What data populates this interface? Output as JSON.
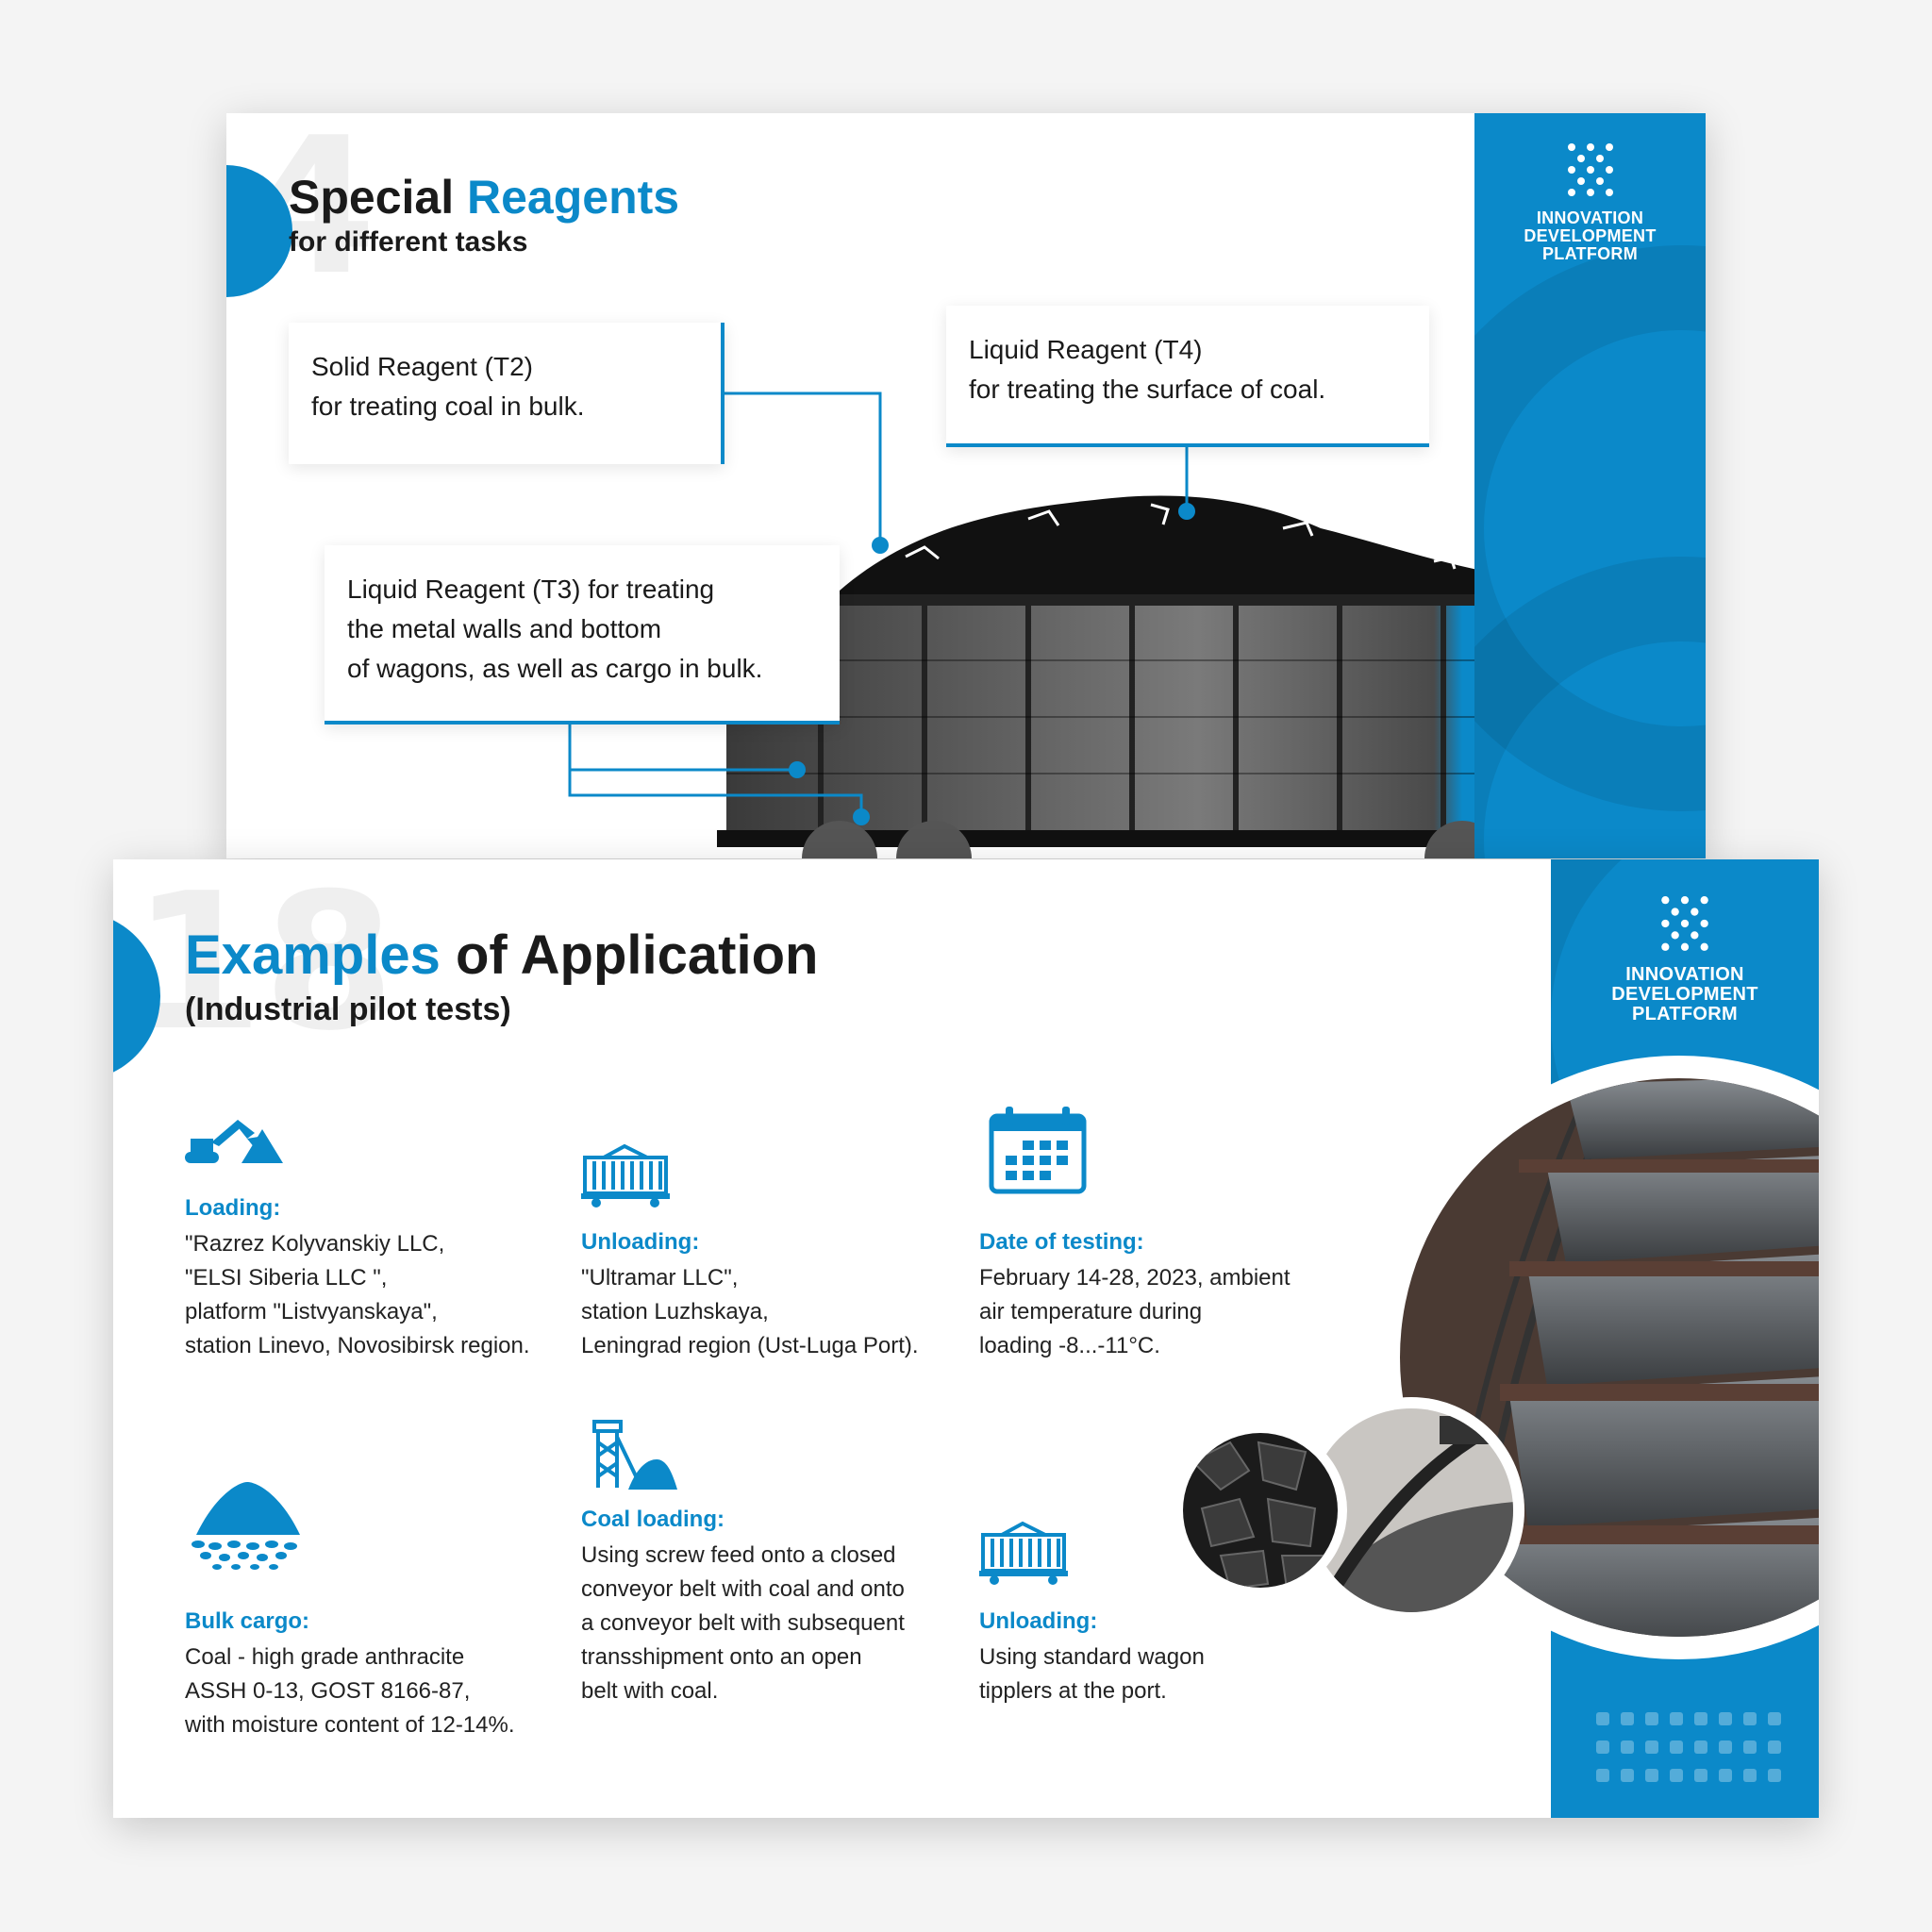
{
  "brand": {
    "name": "INNOVATION\nDEVELOPMENT\nPLATFORM",
    "color": "#0b89c9"
  },
  "slide1": {
    "number": "4",
    "title_a": "Special",
    "title_b": "Reagents",
    "subtitle": "for different tasks",
    "callouts": [
      {
        "line1": "Solid Reagent (T2)",
        "line2": "for treating coal in bulk."
      },
      {
        "line1": "Liquid Reagent (T4)",
        "line2": "for treating the surface of coal."
      },
      {
        "line1": "Liquid Reagent (T3) for treating",
        "line2": "the metal walls and bottom",
        "line3": "of wagons, as well as cargo in bulk."
      }
    ]
  },
  "slide2": {
    "number": "18",
    "title_a": "Examples",
    "title_b": "of Application",
    "subtitle": "(Industrial pilot tests)",
    "items": [
      {
        "head": "Loading:",
        "lines": [
          "\"Razrez Kolyvanskiy LLC,",
          "\"ELSI Siberia LLC \",",
          "platform \"Listvyanskaya\",",
          "station Linevo, Novosibirsk region."
        ],
        "icon": "excavator-icon"
      },
      {
        "head": "Unloading:",
        "lines": [
          "\"Ultramar LLC\",",
          "station Luzhskaya,",
          "Leningrad region (Ust-Luga Port)."
        ],
        "icon": "wagon-icon"
      },
      {
        "head": "Date of testing:",
        "lines": [
          "February 14-28, 2023, ambient",
          "air temperature during",
          "loading -8...-11°C."
        ],
        "icon": "calendar-icon"
      },
      {
        "head": "Bulk cargo:",
        "lines": [
          "Coal - high grade anthracite",
          "ASSH 0-13, GOST 8166-87,",
          "with moisture content of 12-14%."
        ],
        "icon": "pile-icon"
      },
      {
        "head": "Coal loading:",
        "lines": [
          "Using screw feed onto a closed",
          "conveyor belt with coal and onto",
          "a conveyor belt with subsequent",
          "transshipment onto an open",
          "belt with coal."
        ],
        "icon": "mine-tower-icon"
      },
      {
        "head": "Unloading:",
        "lines": [
          "Using standard wagon",
          "tipplers at the port."
        ],
        "icon": "wagon-icon"
      }
    ]
  }
}
